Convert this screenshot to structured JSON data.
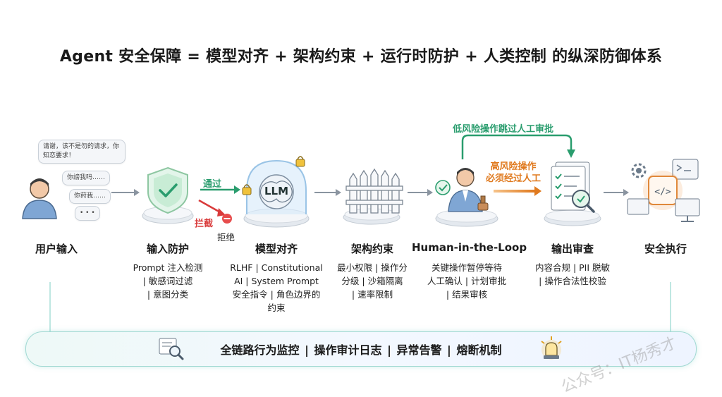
{
  "title": "Agent 安全保障 = 模型对齐 + 架构约束 + 运行时防护 + 人类控制 的纵深防御体系",
  "user": {
    "label": "用户输入",
    "bubbles": [
      "请谢，该不是勿的请求，你知恋要求！",
      "你謗我吗……",
      "你莳我……",
      "• • •"
    ]
  },
  "stages": [
    {
      "label": "输入防护",
      "desc": [
        "Prompt 注入检测",
        "| 敏感词过滤",
        "| 意图分类"
      ]
    },
    {
      "label": "模型对齐",
      "desc": [
        "RLHF | Constitutional",
        "AI | System Prompt",
        "安全指令 | 角色边界的",
        "约束"
      ]
    },
    {
      "label": "架构约束",
      "desc": [
        "最小权限 | 操作分",
        "分级 | 沙箱隔离",
        "| 速率限制"
      ]
    },
    {
      "label": "Human-in-the-Loop",
      "desc": [
        "关键操作暂停等待",
        "人工确认 | 计划审批",
        "| 结果审核"
      ]
    },
    {
      "label": "输出审查",
      "desc": [
        "内容合规 | PII 脱敏",
        "| 操作合法性校验"
      ]
    },
    {
      "label": "安全执行",
      "desc": []
    }
  ],
  "annotations": {
    "pass": "通过",
    "block": "拦截",
    "reject": "拒绝",
    "low_risk": "低风险操作跳过人工审批",
    "high_risk_line1": "高风险操作",
    "high_risk_line2": "必须经过人工",
    "llm": "LLM"
  },
  "monitor": {
    "text": "全链路行为监控  |  操作审计日志  |  异常告警  |  熔断机制"
  },
  "watermark": "公众号：IT杨秀才",
  "colors": {
    "green": "#2a9d6e",
    "orange": "#e07a1f",
    "red": "#d93a3a",
    "teal": "#5cc3b8",
    "gray_arrow": "#8a94a0"
  }
}
